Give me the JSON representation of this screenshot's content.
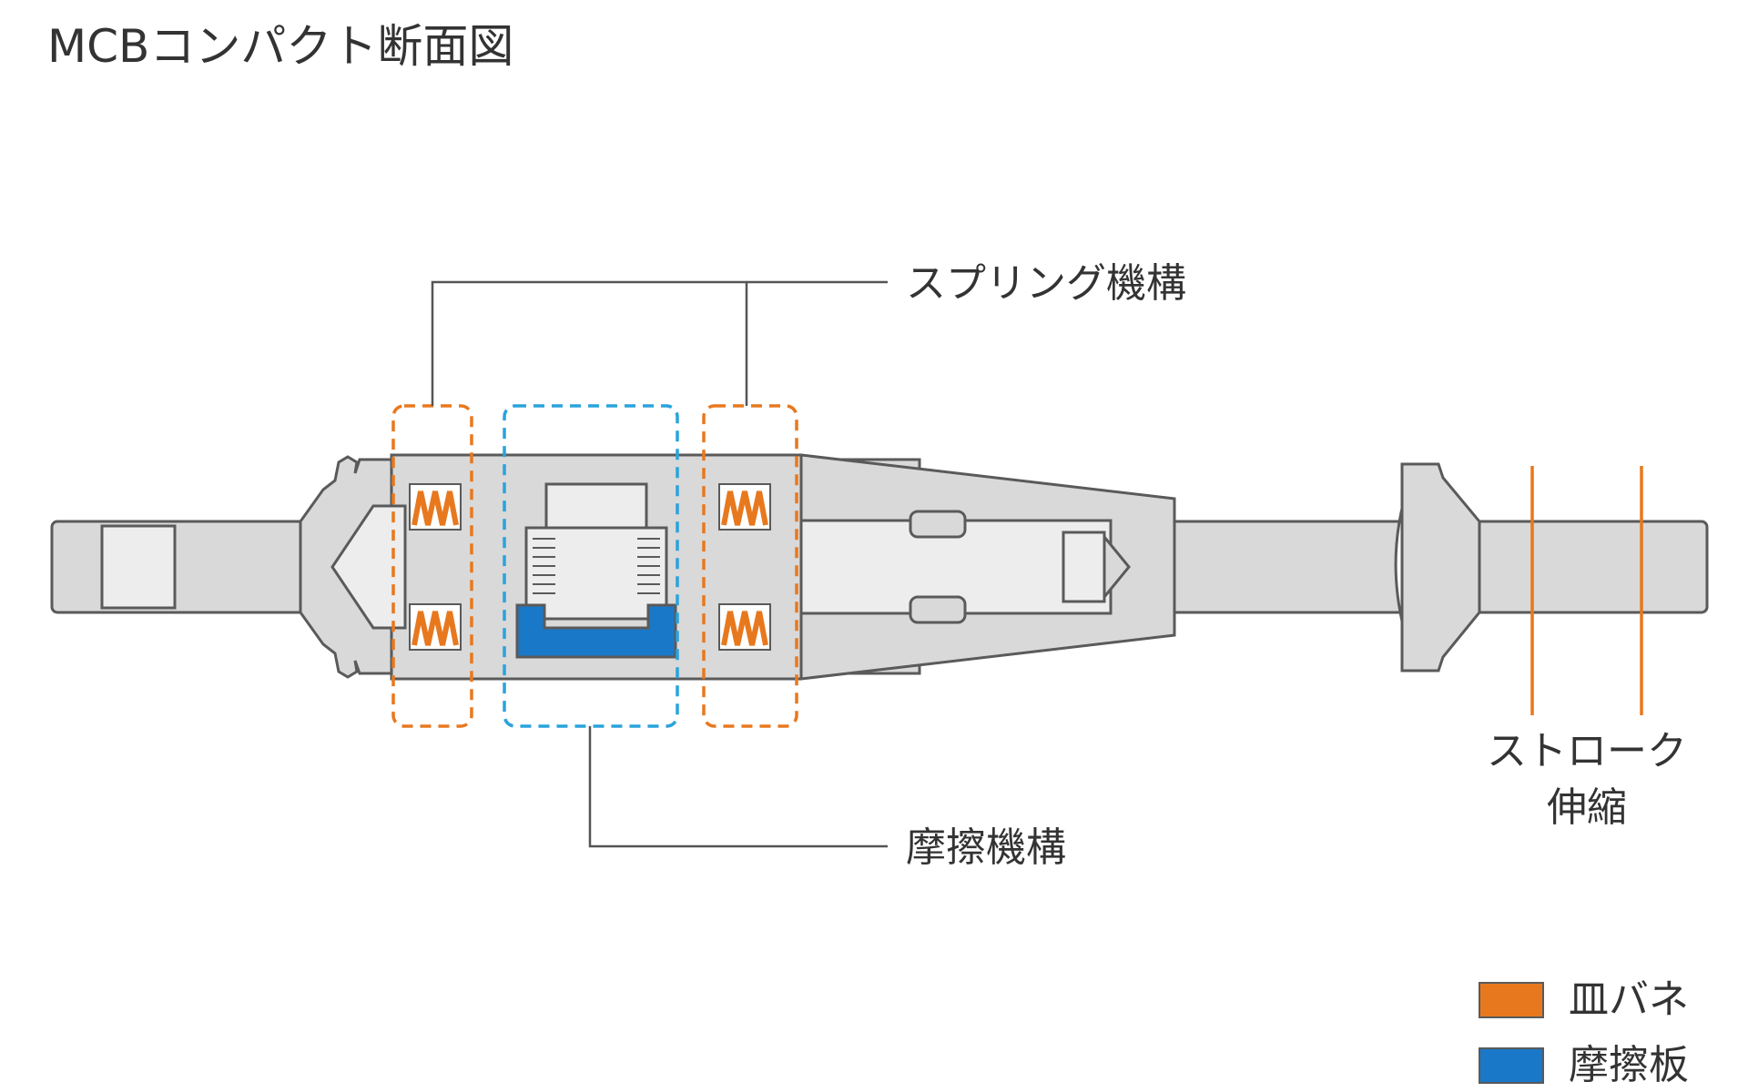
{
  "title": "MCBコンパクト断面図",
  "callouts": {
    "spring": "スプリング機構",
    "friction": "摩擦機構",
    "stroke_line1": "ストローク",
    "stroke_line2": "伸縮"
  },
  "legend": [
    {
      "label": "皿バネ",
      "color": "#e8781e"
    },
    {
      "label": "摩擦板",
      "color": "#1a78c8"
    }
  ],
  "colors": {
    "spring_box": "#e8781e",
    "friction_box": "#2aa3dc",
    "body_fill": "#d9d9d9",
    "outline": "#5a5a5a"
  }
}
